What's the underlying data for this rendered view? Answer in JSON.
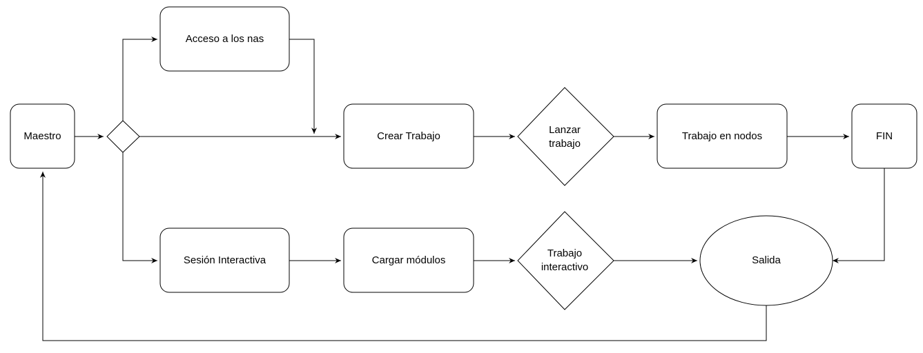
{
  "nodes": {
    "maestro": "Maestro",
    "acceso": "Acceso a los nas",
    "crear": "Crear Trabajo",
    "lanzar": [
      "Lanzar",
      "trabajo"
    ],
    "nodos": "Trabajo en nodos",
    "fin": "FIN",
    "sesion": "Sesión Interactiva",
    "cargar": "Cargar módulos",
    "interactivo": [
      "Trabajo",
      "interactivo"
    ],
    "salida": "Salida"
  }
}
